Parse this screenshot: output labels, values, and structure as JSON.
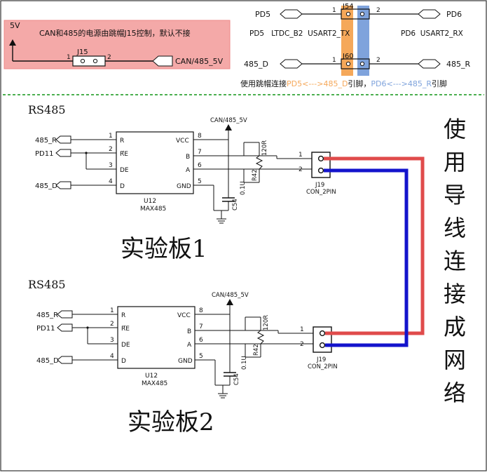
{
  "top_left": {
    "note": "CAN和485的电源由跳帽J15控制，默认不接",
    "vcc_label": "5V",
    "jumper_ref": "J15",
    "pin1": "1",
    "pin2": "2",
    "net_out": "CAN/485_5V",
    "bg_color": "#f4a9a8"
  },
  "top_right": {
    "net_pd5": "PD5",
    "net_pd6": "PD6",
    "j54_ref": "J54",
    "j60_ref": "J60",
    "pin1": "1",
    "pin2": "2",
    "pd5_desc": "PD5   LTDC_B2  USART2_TX",
    "pd6_desc": "PD6  USART2_RX",
    "net_485d": "485_D",
    "net_485r": "485_R",
    "note_prefix": "使用跳帽连接",
    "note_orange": "PD5<--->485_D",
    "note_mid": "引脚，",
    "note_blue": "PD6<--->485_R",
    "note_suffix": "引脚",
    "orange": "#f5a85a",
    "blue": "#7fa3dc"
  },
  "boards": [
    {
      "title": "RS485",
      "power_net": "CAN/485_5V",
      "net_r": "485_R",
      "net_re": "PD11",
      "net_d": "485_D",
      "chip_ref": "U12",
      "chip_name": "MAX485",
      "pin_r": "R",
      "pin_re": "RE",
      "pin_de": "DE",
      "pin_d": "D",
      "pin_vcc": "VCC",
      "pin_b": "B",
      "pin_a": "A",
      "pin_gnd": "GND",
      "n1": "1",
      "n2": "2",
      "n3": "3",
      "n4": "4",
      "n5": "5",
      "n6": "6",
      "n7": "7",
      "n8": "8",
      "res_value": "120R",
      "res_ref": "R42",
      "cap_value": "0.1U",
      "cap_ref": "C54",
      "conn_ref": "J19",
      "conn_name": "CON_2PIN",
      "c1": "1",
      "c2": "2",
      "label": "实验板1"
    },
    {
      "title": "RS485",
      "power_net": "CAN/485_5V",
      "net_r": "485_R",
      "net_re": "PD11",
      "net_d": "485_D",
      "chip_ref": "U12",
      "chip_name": "MAX485",
      "pin_r": "R",
      "pin_re": "RE",
      "pin_de": "DE",
      "pin_d": "D",
      "pin_vcc": "VCC",
      "pin_b": "B",
      "pin_a": "A",
      "pin_gnd": "GND",
      "n1": "1",
      "n2": "2",
      "n3": "3",
      "n4": "4",
      "n5": "5",
      "n6": "6",
      "n7": "7",
      "n8": "8",
      "res_value": "120R",
      "res_ref": "R42",
      "cap_value": "0.1U",
      "cap_ref": "C54",
      "conn_ref": "J19",
      "conn_name": "CON_2PIN",
      "c1": "1",
      "c2": "2",
      "label": "实验板2"
    }
  ],
  "side_text": [
    "使",
    "用",
    "导",
    "线",
    "连",
    "接",
    "成",
    "网",
    "络"
  ],
  "wire_red": "#e04b4b",
  "wire_blue": "#1414cc",
  "divider_color": "#4caf50"
}
